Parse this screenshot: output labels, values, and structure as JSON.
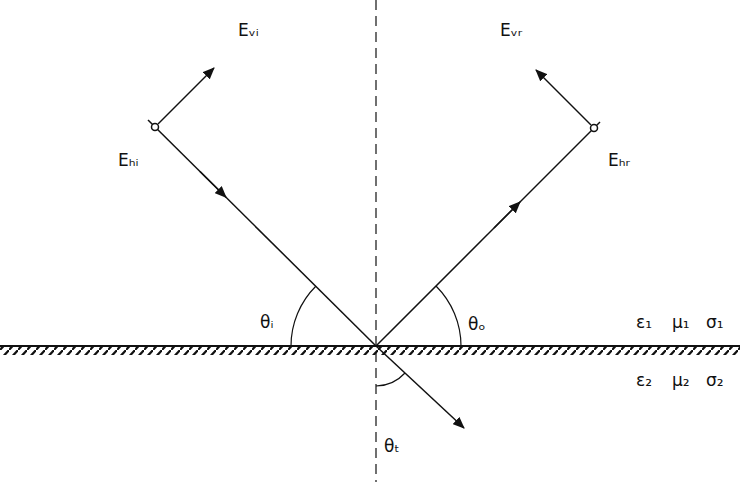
{
  "diagram": {
    "labels": [
      "Eᵥᵢ",
      "Eₕᵢ",
      "Eᵥᵣ",
      "Eₕᵣ",
      "θᵢ",
      "θₒ",
      "ε₁",
      "μ₁",
      "σ₁",
      "ε₂",
      "μ₂",
      "σ₂",
      "θₜ"
    ]
  }
}
